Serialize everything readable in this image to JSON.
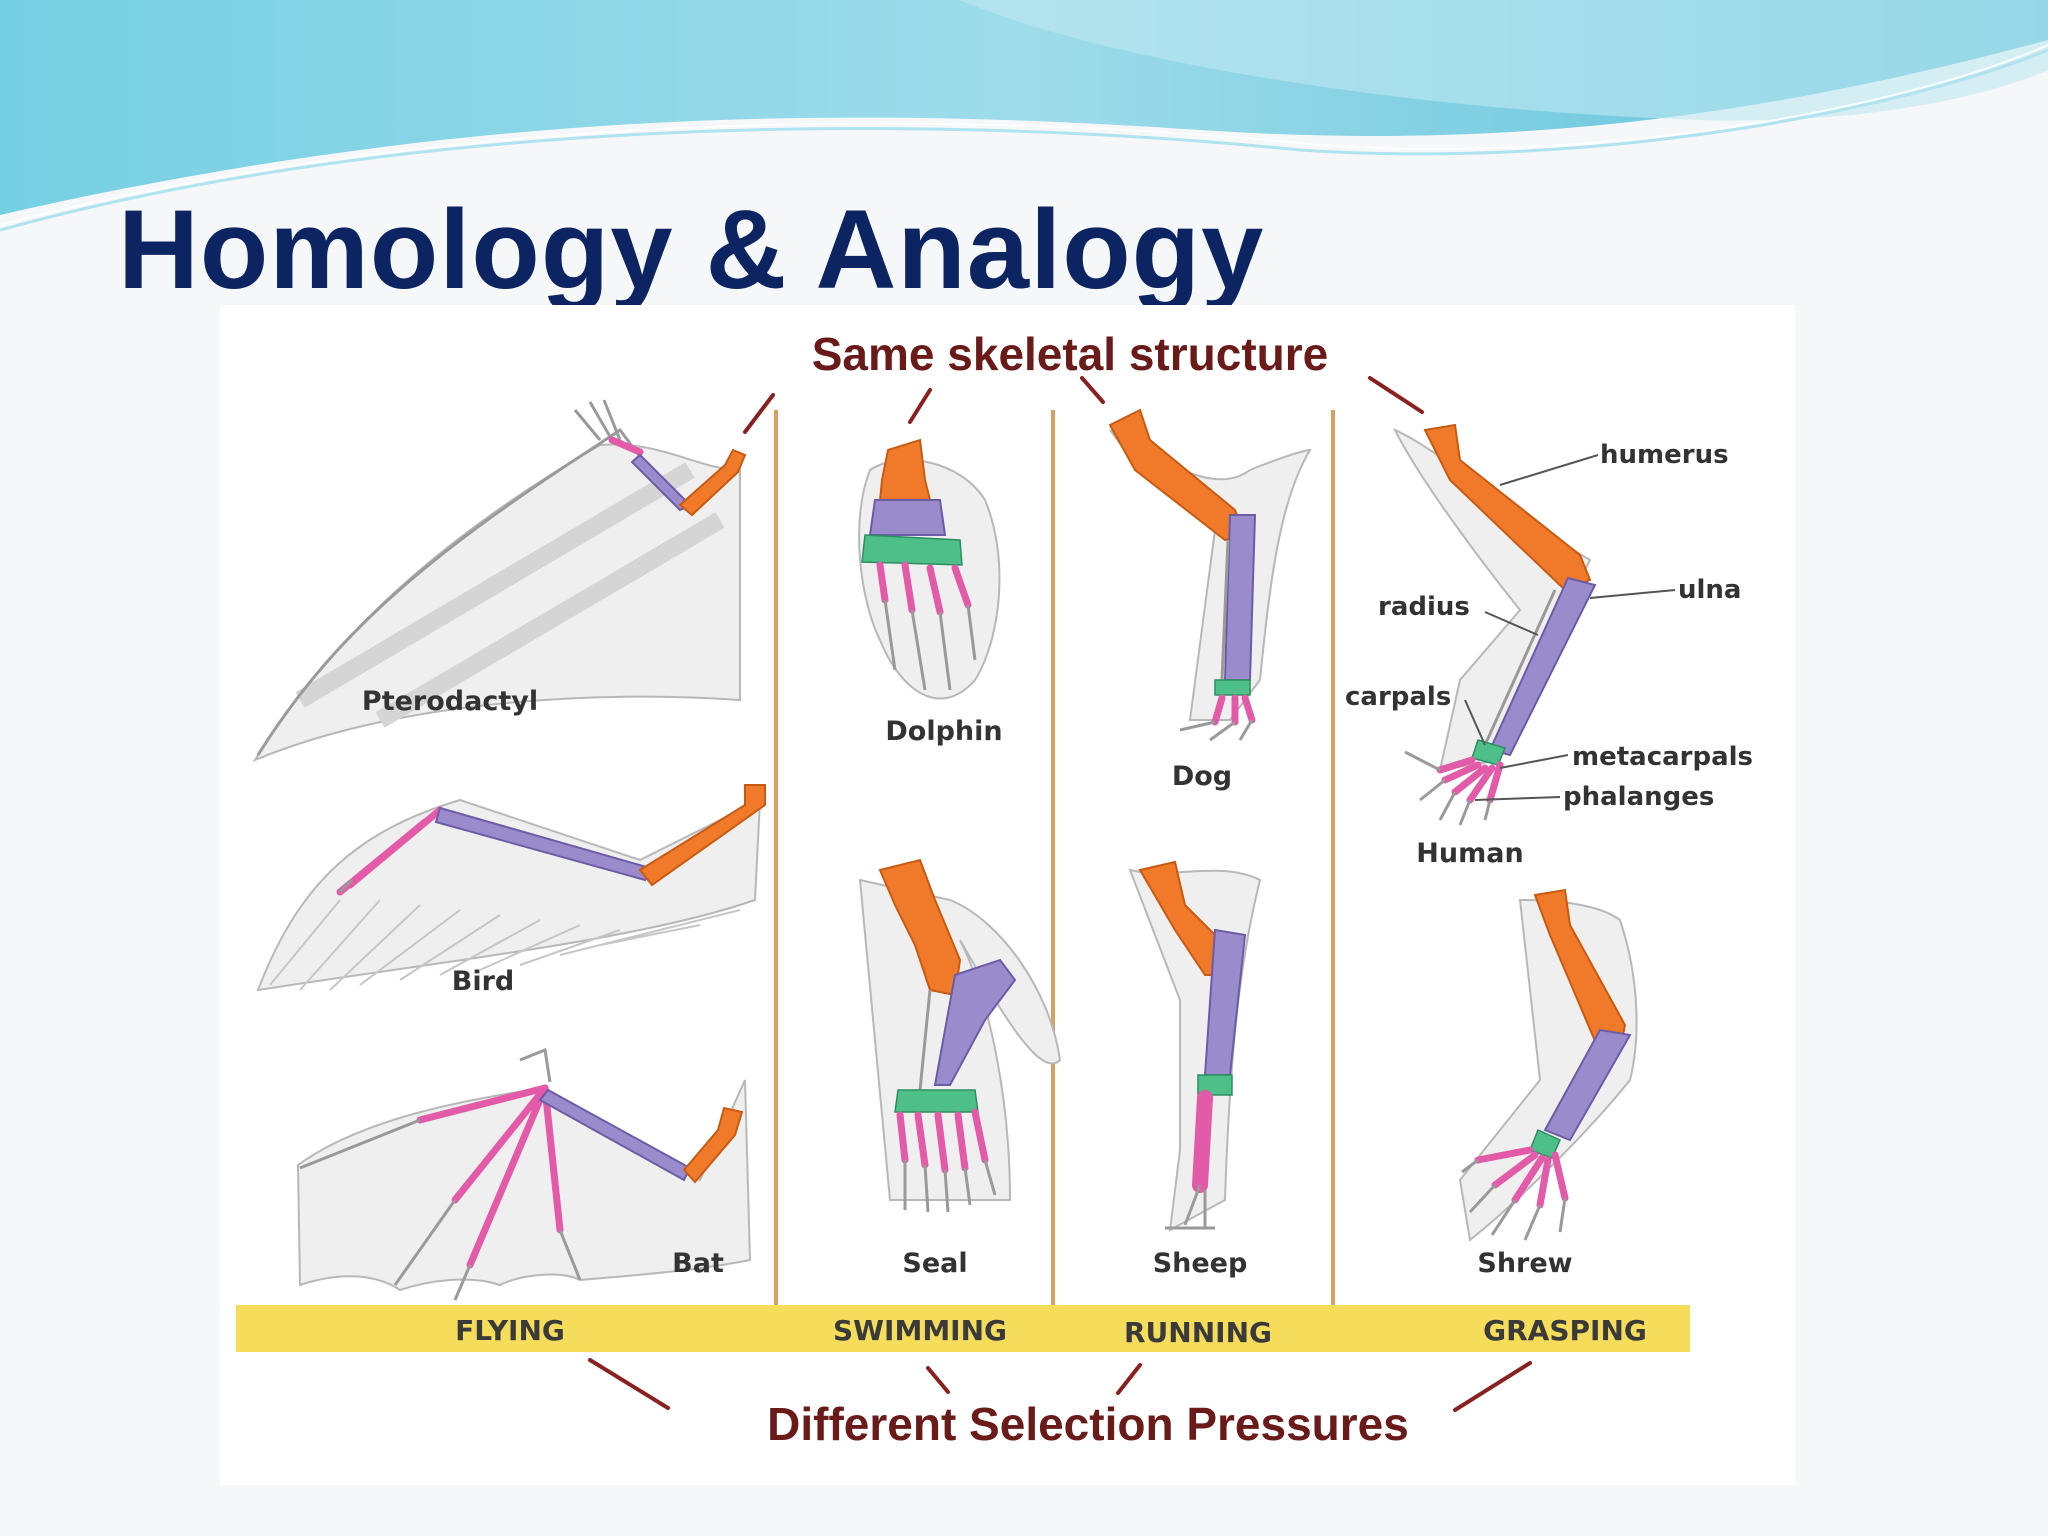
{
  "slide": {
    "title": "Homology & Analogy"
  },
  "figure": {
    "top_caption": "Same skeletal structure",
    "bottom_caption": "Different Selection Pressures",
    "animals": {
      "pterodactyl": "Pterodactyl",
      "bird": "Bird",
      "bat": "Bat",
      "dolphin": "Dolphin",
      "seal": "Seal",
      "dog": "Dog",
      "sheep": "Sheep",
      "human": "Human",
      "shrew": "Shrew"
    },
    "bones": {
      "humerus": "humerus",
      "ulna": "ulna",
      "radius": "radius",
      "carpals": "carpals",
      "metacarpals": "metacarpals",
      "phalanges": "phalanges"
    },
    "categories": [
      "FLYING",
      "SWIMMING",
      "RUNNING",
      "GRASPING"
    ]
  },
  "colors": {
    "title": "#0c2461",
    "caption": "#6b1a1a",
    "humerus": "#f07a2a",
    "radius_ulna": "#9a8ccc",
    "carpals": "#4fbf8a",
    "phalanges": "#e25aa8",
    "band": "#f5dc5a"
  }
}
